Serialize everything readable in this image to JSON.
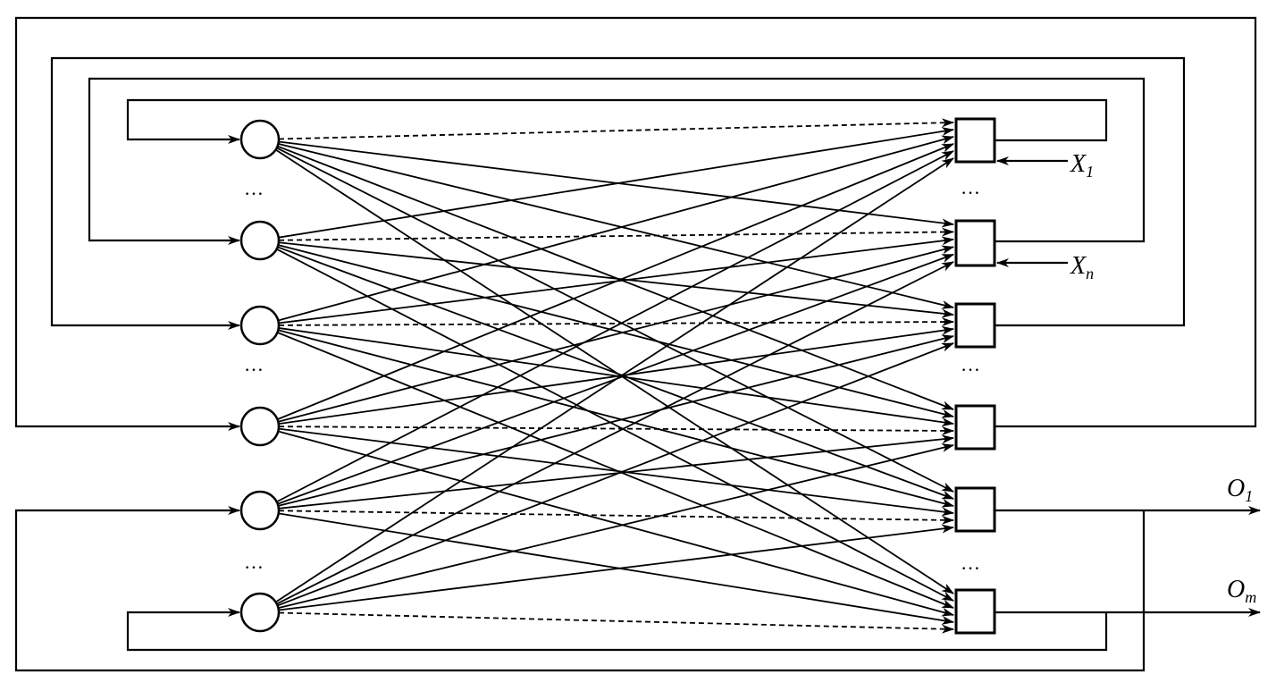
{
  "diagram": {
    "type": "recurrent neural network",
    "hidden_nodes": 6,
    "output_nodes": 6,
    "line_color": "#000000",
    "ellipsis": "…",
    "inputs": [
      {
        "main": "X",
        "sub": "1"
      },
      {
        "main": "X",
        "sub": "n"
      }
    ],
    "outputs": [
      {
        "main": "O",
        "sub": "1"
      },
      {
        "main": "O",
        "sub": "m"
      }
    ]
  }
}
